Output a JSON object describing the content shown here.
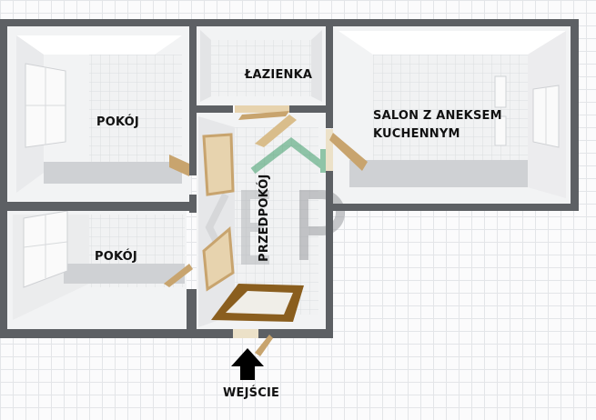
{
  "plan": {
    "rooms": {
      "pokoj_top": "POKÓJ",
      "lazienka": "ŁAZIENKA",
      "salon_line1": "SALON Z ANEKSEM",
      "salon_line2": "KUCHENNYM",
      "przedpokoj": "PRZEDPOKÓJ",
      "pokoj_bottom": "POKÓJ"
    },
    "entrance": "WEJŚCIE",
    "colors": {
      "wall": "#5d6064",
      "floor": "#ffffff",
      "floor_tile": "#e6e7e9",
      "door_wood": "#c8a46e",
      "mat": "#8a5e1e",
      "logo_green": "#3f9e6a",
      "arrow": "#000000"
    }
  }
}
